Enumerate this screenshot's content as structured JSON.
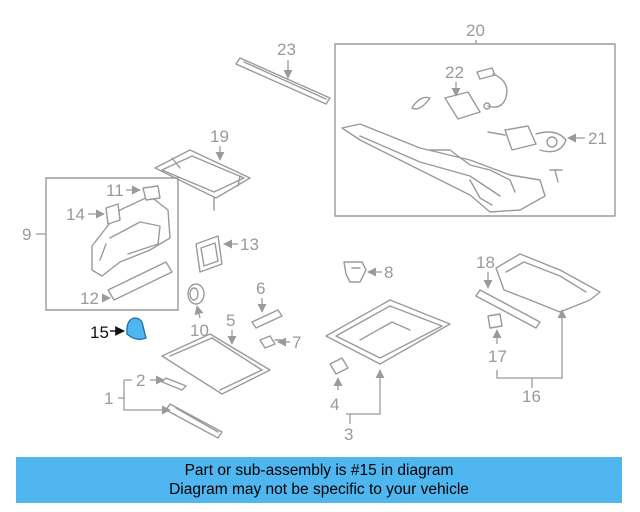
{
  "diagram": {
    "callouts": {
      "c1": "1",
      "c2": "2",
      "c3": "3",
      "c4": "4",
      "c5": "5",
      "c6": "6",
      "c7": "7",
      "c8": "8",
      "c9": "9",
      "c10": "10",
      "c11": "11",
      "c12": "12",
      "c13": "13",
      "c14": "14",
      "c15": "15",
      "c16": "16",
      "c17": "17",
      "c18": "18",
      "c19": "19",
      "c20": "20",
      "c21": "21",
      "c22": "22",
      "c23": "23"
    },
    "highlighted_part": "15",
    "colors": {
      "line": "#9a9a9a",
      "highlight_fill": "#4fb6f0",
      "banner": "#4fb6f0"
    }
  },
  "banner": {
    "line1": "Part or sub-assembly is #15 in diagram",
    "line2": "Diagram may not be specific to your vehicle"
  }
}
